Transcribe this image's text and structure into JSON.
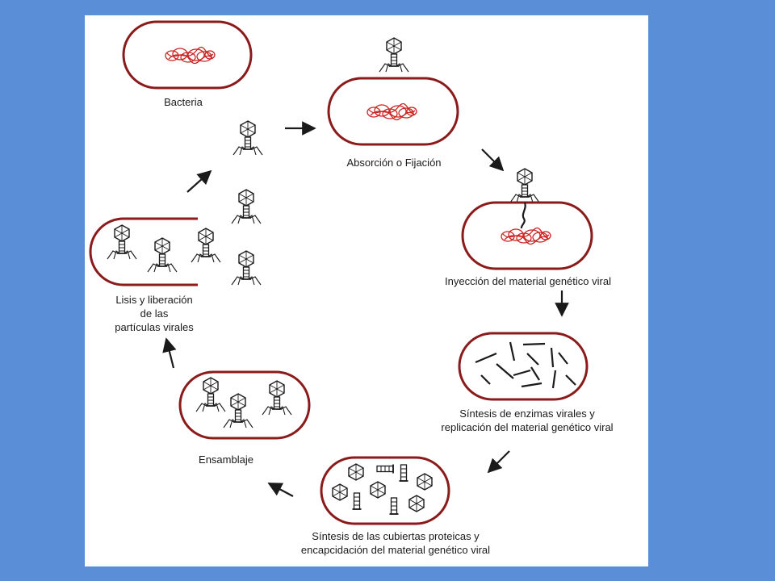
{
  "colors": {
    "background": "#5A8FD8",
    "panel": "#FFFFFF",
    "cell_wall": "#8B1A1A",
    "dna": "#CC2222",
    "ink": "#1A1A1A"
  },
  "stages": {
    "bacteria": "Bacteria",
    "absorption": "Absorción o Fijación",
    "injection": "Inyección del material genético viral",
    "synthesis_enzymes": {
      "line1": "Síntesis de enzimas virales y",
      "line2": "replicación del material genético viral"
    },
    "synthesis_coats": {
      "line1": "Síntesis de las cubiertas proteicas y",
      "line2": "encapcidación del material genético viral"
    },
    "assembly": "Ensamblaje",
    "lysis": {
      "line1": "Lisis y liberación",
      "line2": "de las",
      "line3": "partículas virales"
    }
  }
}
